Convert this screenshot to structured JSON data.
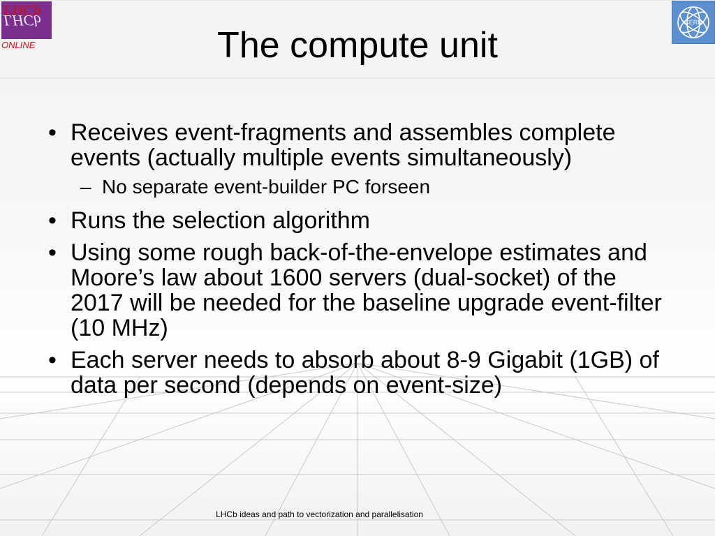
{
  "slide": {
    "title": "The compute unit",
    "bullets": [
      {
        "text": "Receives event-fragments and assembles complete events (actually multiple events simultaneously)",
        "sub": [
          "No separate event-builder PC forseen"
        ]
      },
      {
        "text": "Runs the selection algorithm"
      },
      {
        "text": "Using some rough back-of-the-envelope estimates and Moore’s law about 1600 servers (dual-socket) of the 2017 will be needed for the baseline upgrade event-filter (10 MHz)"
      },
      {
        "text": "Each server needs to absorb about 8-9 Gigabit (1GB) of data per second (depends on event-size)"
      }
    ],
    "bullet_symbol": "•",
    "sub_bullet_symbol": "–",
    "footer": "LHCb ideas and path to vectorization and parallelisation"
  },
  "logos": {
    "lhcb": {
      "text_top": "LHCb",
      "text_mirror": "LHCb",
      "text_bottom": "ONLINE",
      "bg_color": "#7a2f8f",
      "text_color": "#cc1111"
    },
    "cern": {
      "text": "CERN",
      "bg_color": "#5b8fd0"
    }
  }
}
